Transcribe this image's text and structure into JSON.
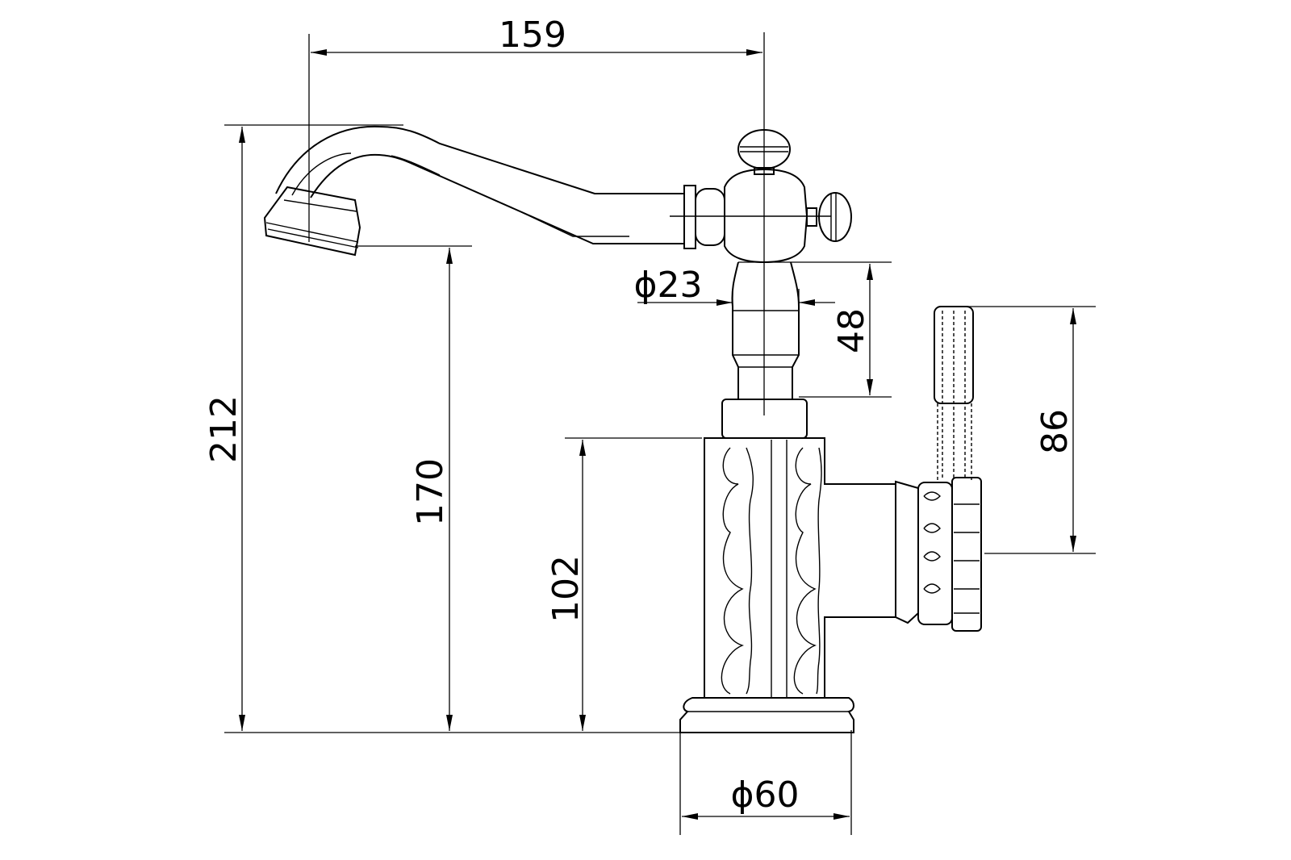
{
  "drawing": {
    "subject": "faucet",
    "color": "#000000",
    "background": "#ffffff",
    "dimensions": {
      "spout_reach": "159",
      "total_height": "212",
      "spout_height": "170",
      "body_height": "102",
      "neck_diameter": "ϕ23",
      "neck_height": "48",
      "handle_height": "86",
      "base_diameter": "ϕ60"
    }
  }
}
